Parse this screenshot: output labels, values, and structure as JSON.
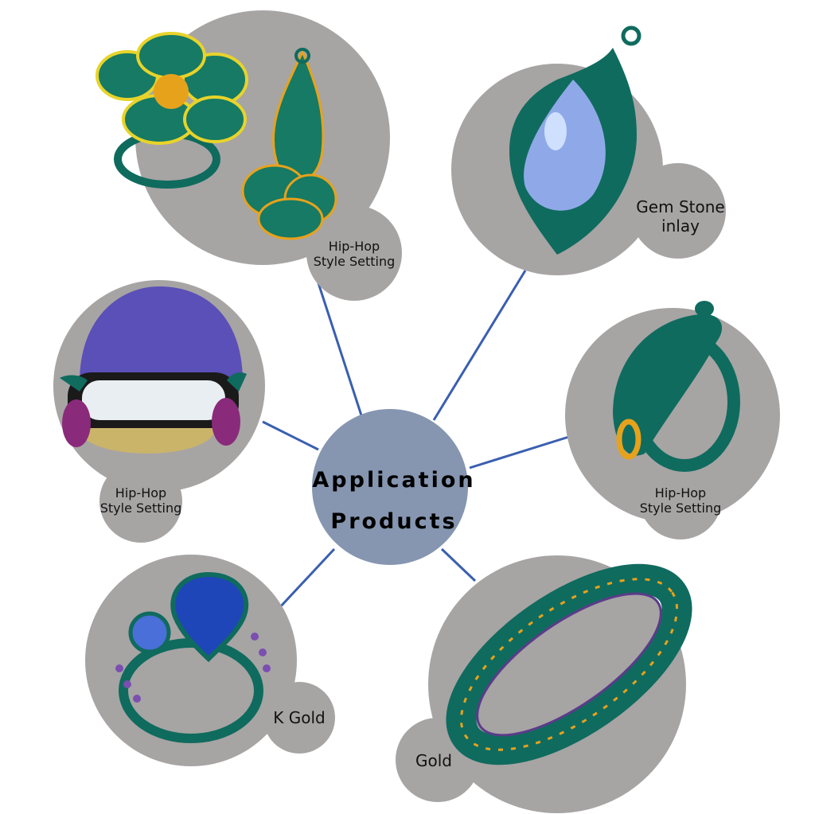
{
  "center": {
    "line1": "Application",
    "line2": "Products"
  },
  "colors": {
    "bubble": "#a7a4a4",
    "hub": "#8696b0",
    "connector": "#3a5fb0",
    "jewel_green": "#0f6b5e",
    "gold": "#e7a21c",
    "gem_blue": "#8fa9e8"
  },
  "products": [
    {
      "label": "Hip-Hop\nStyle Setting",
      "item": "flower-ring-and-pendant-icon"
    },
    {
      "label": "Gem Stone\ninlay",
      "item": "teardrop-gem-pendant-icon"
    },
    {
      "label": "Hip-Hop\nStyle Setting",
      "item": "animal-head-ring-icon"
    },
    {
      "label": "Gold",
      "item": "filigree-bangle-icon"
    },
    {
      "label": "K Gold",
      "item": "two-stone-ring-icon"
    },
    {
      "label": "Hip-Hop\nStyle Setting",
      "item": "helmet-pendant-icon"
    }
  ]
}
